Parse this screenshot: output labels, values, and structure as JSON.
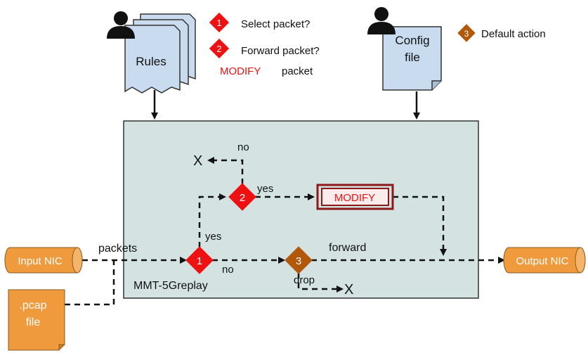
{
  "rules_doc": {
    "label": "Rules"
  },
  "config_doc": {
    "label_line1": "Config",
    "label_line2": "file"
  },
  "legend": {
    "item1": {
      "number": "1",
      "text": "Select packet?"
    },
    "item2": {
      "number": "2",
      "text": "Forward packet?"
    },
    "modify_word": "MODIFY",
    "modify_rest": "packet",
    "item3": {
      "number": "3",
      "text": "Default action"
    }
  },
  "box": {
    "title": "MMT-5Greplay"
  },
  "flow": {
    "no_top": "no",
    "x_top": "X",
    "yes_top": "yes",
    "modify_label": "MODIFY",
    "yes_mid": "yes",
    "no_mid": "no",
    "forward": "forward",
    "drop": "drop",
    "x_drop": "X",
    "packets": "packets",
    "d1": "1",
    "d2": "2",
    "d3": "3"
  },
  "input_nic": {
    "label": "Input NIC"
  },
  "output_nic": {
    "label": "Output NIC"
  },
  "pcap": {
    "line1": ".pcap",
    "line2": "file"
  },
  "colors": {
    "doc_fill": "#c9dcef",
    "box_fill": "#d4e2e2",
    "red": "#ee1111",
    "brown": "#b2580b",
    "orange": "#ef9a3c",
    "dark_red": "#8b1a1a"
  }
}
